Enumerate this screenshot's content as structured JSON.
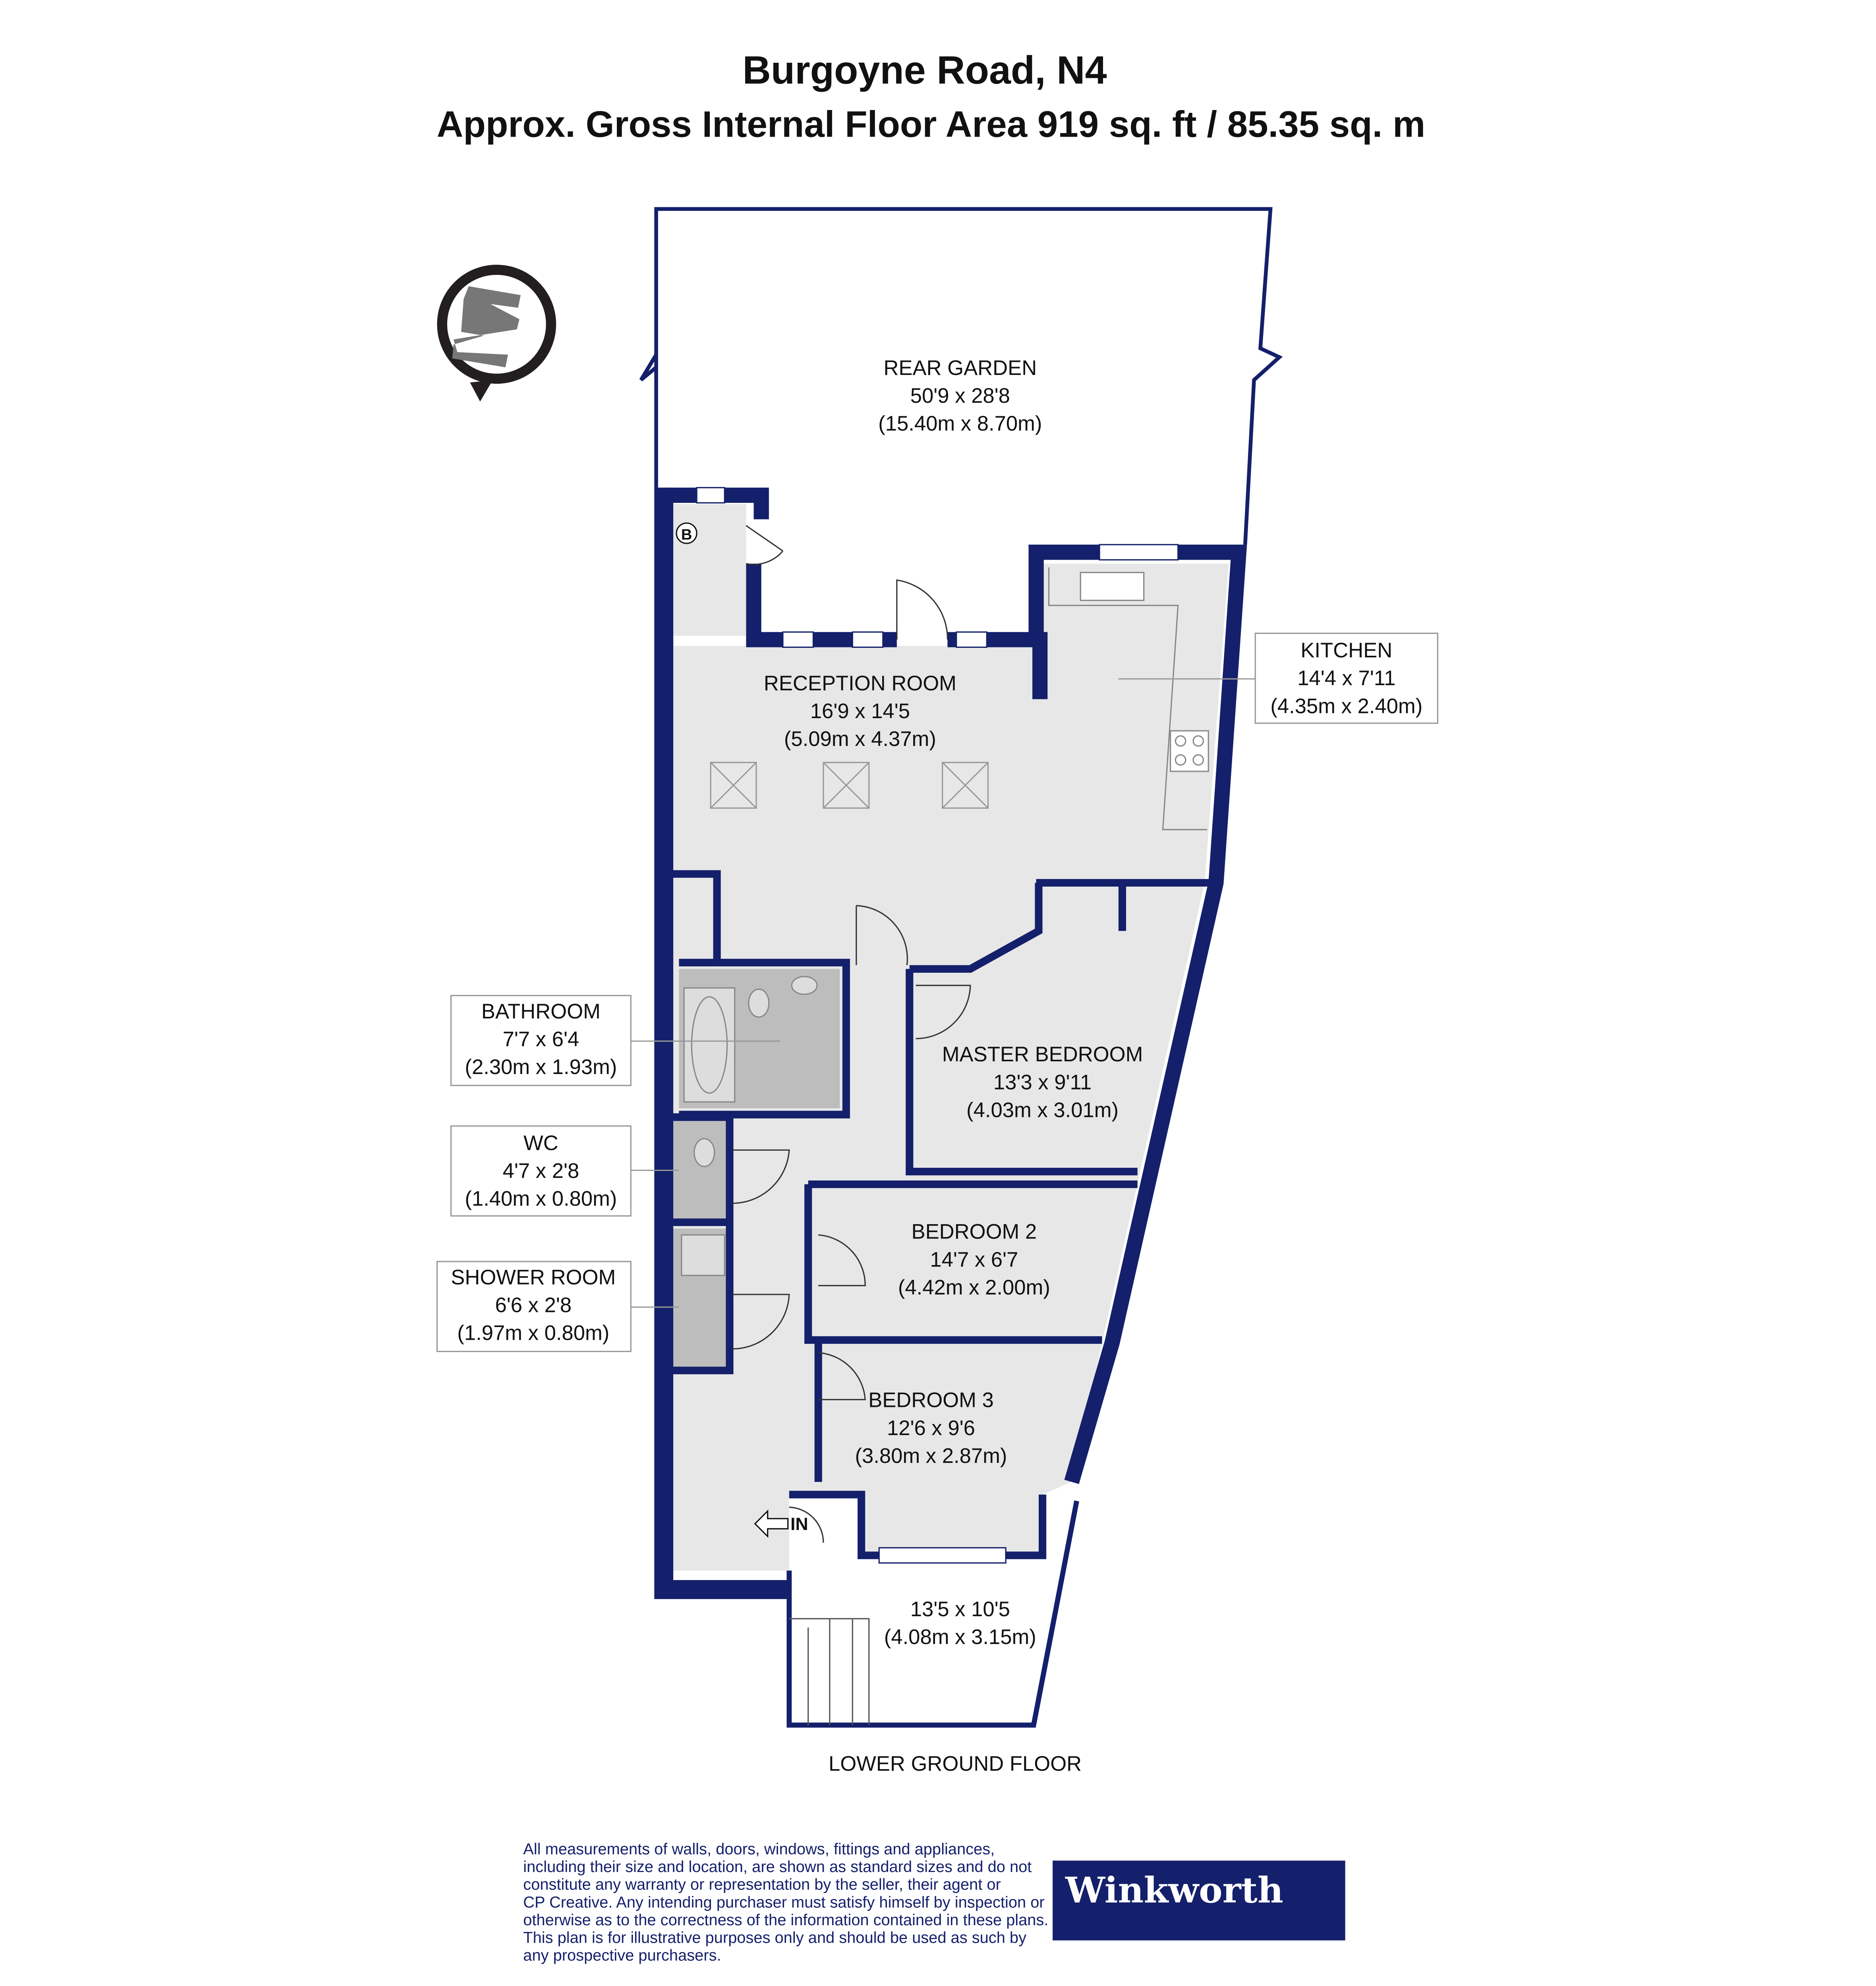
{
  "header": {
    "title": "Burgoyne Road, N4",
    "subtitle": "Approx. Gross Internal Floor Area 919 sq. ft / 85.35 sq. m"
  },
  "rooms": {
    "rear_garden": {
      "name": "REAR GARDEN",
      "imperial": "50'9 x 28'8",
      "metric": "(15.40m x 8.70m)"
    },
    "reception": {
      "name": "RECEPTION ROOM",
      "imperial": "16'9 x 14'5",
      "metric": "(5.09m x 4.37m)"
    },
    "kitchen": {
      "name": "KITCHEN",
      "imperial": "14'4 x 7'11",
      "metric": "(4.35m x 2.40m)"
    },
    "bathroom": {
      "name": "BATHROOM",
      "imperial": "7'7 x 6'4",
      "metric": "(2.30m x 1.93m)"
    },
    "master_bedroom": {
      "name": "MASTER BEDROOM",
      "imperial": "13'3 x 9'11",
      "metric": "(4.03m x 3.01m)"
    },
    "wc": {
      "name": "WC",
      "imperial": "4'7 x 2'8",
      "metric": "(1.40m x 0.80m)"
    },
    "bedroom2": {
      "name": "BEDROOM 2",
      "imperial": "14'7 x 6'7",
      "metric": "(4.42m x 2.00m)"
    },
    "shower_room": {
      "name": "SHOWER ROOM",
      "imperial": "6'6 x 2'8",
      "metric": "(1.97m x 0.80m)"
    },
    "bedroom3": {
      "name": "BEDROOM 3",
      "imperial": "12'6 x 9'6",
      "metric": "(3.80m x 2.87m)"
    },
    "front_patio": {
      "imperial": "13'5 x 10'5",
      "metric": "(4.08m x 3.15m)"
    }
  },
  "labels": {
    "boiler": "B",
    "entrance": "IN",
    "floor": "LOWER GROUND FLOOR",
    "compass": "N"
  },
  "disclaimer": [
    "All measurements of walls, doors, windows, fittings and appliances,",
    "including their size and location, are shown as standard sizes and do not",
    "constitute any warranty or representation by the seller, their agent or",
    "CP Creative. Any intending purchaser must satisfy himself by inspection or",
    "otherwise as to the correctness of the information contained in these plans.",
    "This plan is for illustrative purposes only and should be used as such by",
    "any prospective purchasers."
  ],
  "logo": {
    "text": "Winkworth"
  },
  "colors": {
    "wall": "#14206b",
    "floor": "#e7e7e7",
    "wet": "#bdbdbd",
    "logo_bg": "#14206b"
  }
}
